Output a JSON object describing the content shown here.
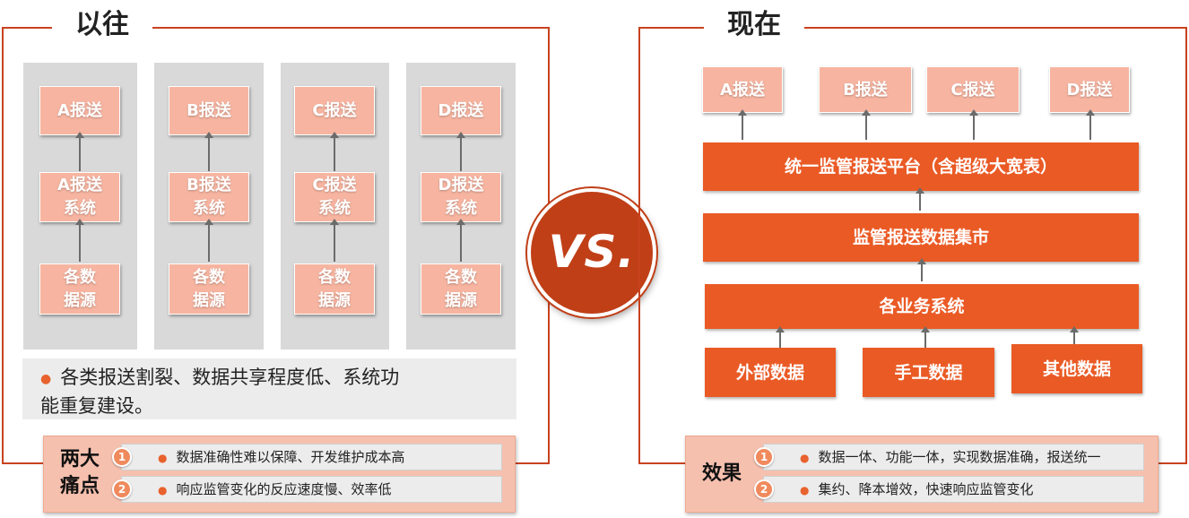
{
  "left": {
    "title": "以往",
    "columns": [
      {
        "report": "A报送",
        "system_line1": "A报送",
        "system_line2": "系统",
        "source_line1": "各数",
        "source_line2": "据源"
      },
      {
        "report": "B报送",
        "system_line1": "B报送",
        "system_line2": "系统",
        "source_line1": "各数",
        "source_line2": "据源"
      },
      {
        "report": "C报送",
        "system_line1": "C报送",
        "system_line2": "系统",
        "source_line1": "各数",
        "source_line2": "据源"
      },
      {
        "report": "D报送",
        "system_line1": "D报送",
        "system_line2": "系统",
        "source_line1": "各数",
        "source_line2": "据源"
      }
    ],
    "summary_line1": "各类报送割裂、数据共享程度低、系统功",
    "summary_line2": "能重复建设。",
    "panel": {
      "label_line1": "两大",
      "label_line2": "痛点",
      "items": [
        {
          "num": "1",
          "text": "数据准确性难以保障、开发维护成本高"
        },
        {
          "num": "2",
          "text": "响应监管变化的反应速度慢、效率低"
        }
      ]
    }
  },
  "vs_text": "VS.",
  "right": {
    "title": "现在",
    "reports": [
      "A报送",
      "B报送",
      "C报送",
      "D报送"
    ],
    "platform": "统一监管报送平台（含超级大宽表）",
    "mart": "监管报送数据集市",
    "systems": "各业务系统",
    "sources": [
      "外部数据",
      "手工数据",
      "其他数据"
    ],
    "panel": {
      "label": "效果",
      "items": [
        {
          "num": "1",
          "text": "数据一体、功能一体，实现数据准确，报送统一"
        },
        {
          "num": "2",
          "text": "集约、降本增效，快速响应监管变化"
        }
      ]
    }
  },
  "colors": {
    "frame": "#c8421f",
    "light_box": "#f7b5a1",
    "bar": "#ea5a25",
    "vs_circle": "#c03f17",
    "column_bg": "#d9d9d9"
  }
}
